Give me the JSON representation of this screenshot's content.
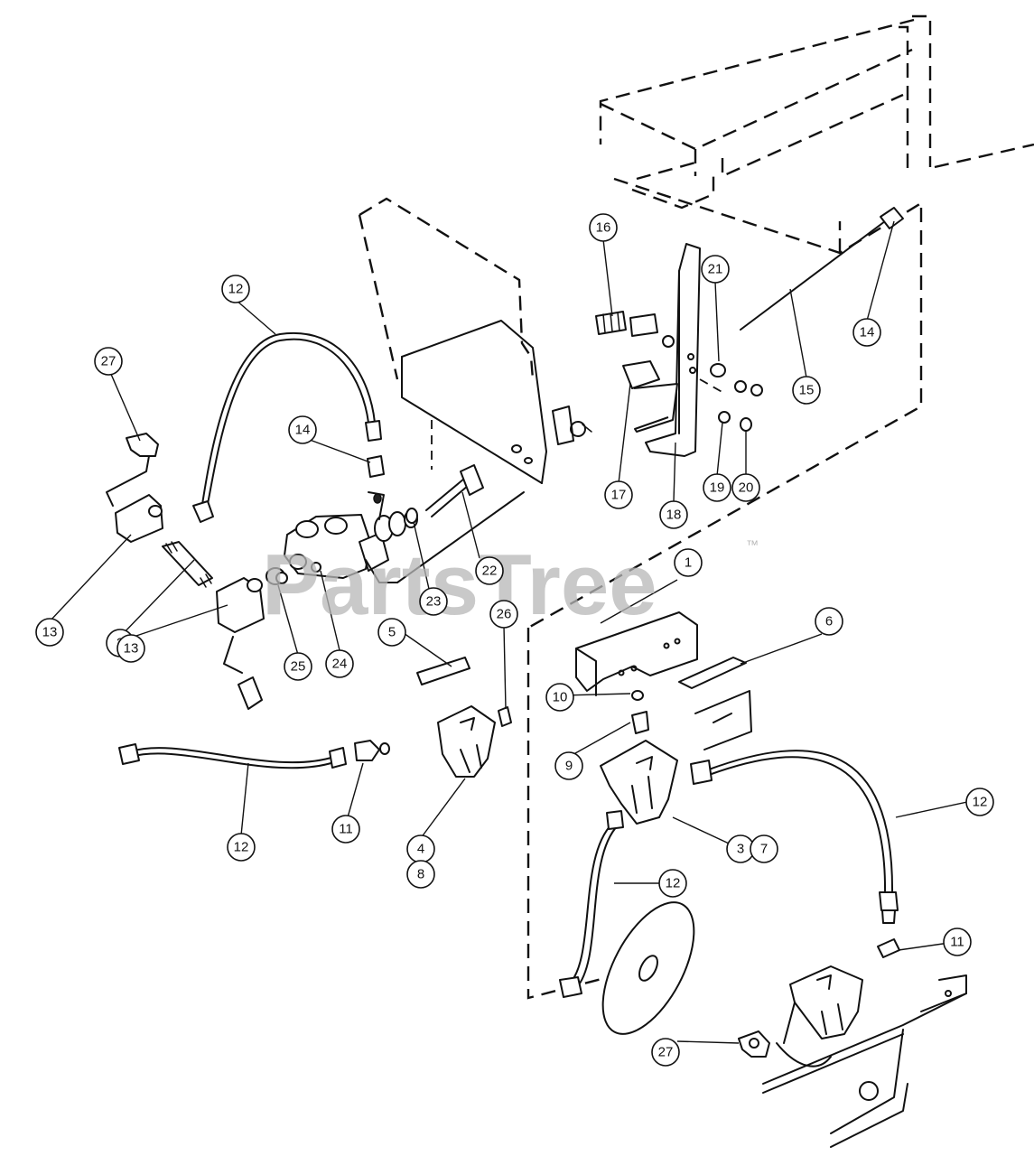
{
  "diagram": {
    "watermark": "PartsTree",
    "trademark": "™",
    "callouts": [
      "1",
      "2",
      "3",
      "4",
      "5",
      "6",
      "7",
      "8",
      "9",
      "10",
      "11",
      "11",
      "12",
      "12",
      "12",
      "12",
      "13",
      "13",
      "14",
      "14",
      "15",
      "16",
      "17",
      "18",
      "19",
      "20",
      "21",
      "22",
      "23",
      "24",
      "25",
      "26",
      "27",
      "27"
    ]
  }
}
